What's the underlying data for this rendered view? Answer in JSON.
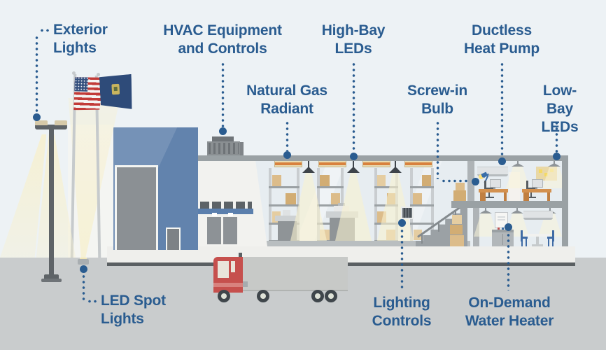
{
  "title": "Commercial building energy efficiency measures diagram",
  "colors": {
    "label_blue": "#2a5c90",
    "background": "#edf2f5",
    "ground": "#c9cccd",
    "facade_blue": "#6283ad",
    "roof_gray": "#9aa1a4",
    "light_beam": "#f6eec9",
    "truck_red": "#c6504d",
    "box_tan": "#dcbc8a"
  },
  "labels": {
    "exterior_lights": "Exterior\nLights",
    "hvac": "HVAC Equipment\nand Controls",
    "natural_gas_radiant": "Natural Gas\nRadiant",
    "high_bay_leds": "High-Bay\nLEDs",
    "screw_in_bulb": "Screw-in\nBulb",
    "ductless_heat_pump": "Ductless\nHeat Pump",
    "low_bay_leds": "Low-Bay\nLEDs",
    "led_spot_lights": "LED Spot\nLights",
    "lighting_controls": "Lighting\nControls",
    "on_demand_water_heater": "On-Demand\nWater Heater"
  }
}
